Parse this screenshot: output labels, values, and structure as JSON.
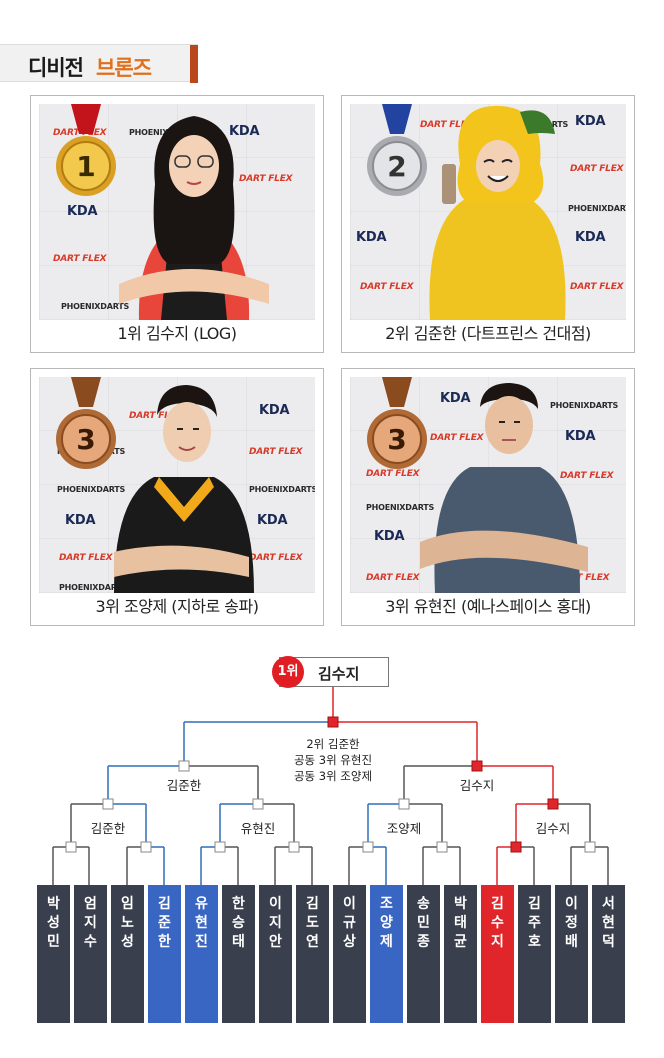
{
  "header": {
    "prefix": "디비전",
    "highlight": "브론즈"
  },
  "cards": [
    {
      "rank_badge": "1",
      "caption": "1위 김수지 (LOG)",
      "medal": "gold"
    },
    {
      "rank_badge": "2",
      "caption": "2위 김준한 (다트프린스 건대점)",
      "medal": "silver"
    },
    {
      "rank_badge": "3",
      "caption": "3위 조양제 (지하로 송파)",
      "medal": "bronze"
    },
    {
      "rank_badge": "3",
      "caption": "3위 유현진 (예나스페이스 홍대)",
      "medal": "bronze"
    }
  ],
  "wall_logos": {
    "kda": "KDA",
    "dartflex": "DART FLEX",
    "phoenix": "PHOENIXDARTS"
  },
  "bracket": {
    "winner_rank": "1위",
    "winner_name": "김수지",
    "final_info": [
      "2위 김준한",
      "공동 3위 유현진",
      "공동 3위 조양제"
    ],
    "semi_left": "김준한",
    "semi_right": "김수지",
    "qf": [
      "김준한",
      "유현진",
      "조양제",
      "김수지"
    ],
    "players": [
      {
        "name": "박성민",
        "chars": [
          "박",
          "성",
          "민"
        ],
        "status": "normal"
      },
      {
        "name": "엄지수",
        "chars": [
          "엄",
          "지",
          "수"
        ],
        "status": "normal"
      },
      {
        "name": "임노성",
        "chars": [
          "임",
          "노",
          "성"
        ],
        "status": "normal"
      },
      {
        "name": "김준한",
        "chars": [
          "김",
          "준",
          "한"
        ],
        "status": "blue"
      },
      {
        "name": "유현진",
        "chars": [
          "유",
          "현",
          "진"
        ],
        "status": "blue"
      },
      {
        "name": "한승태",
        "chars": [
          "한",
          "승",
          "태"
        ],
        "status": "normal"
      },
      {
        "name": "이지안",
        "chars": [
          "이",
          "지",
          "안"
        ],
        "status": "normal"
      },
      {
        "name": "김도연",
        "chars": [
          "김",
          "도",
          "연"
        ],
        "status": "normal"
      },
      {
        "name": "이규상",
        "chars": [
          "이",
          "규",
          "상"
        ],
        "status": "normal"
      },
      {
        "name": "조양제",
        "chars": [
          "조",
          "양",
          "제"
        ],
        "status": "blue"
      },
      {
        "name": "송민종",
        "chars": [
          "송",
          "민",
          "종"
        ],
        "status": "normal"
      },
      {
        "name": "박태균",
        "chars": [
          "박",
          "태",
          "균"
        ],
        "status": "normal"
      },
      {
        "name": "김수지",
        "chars": [
          "김",
          "수",
          "지"
        ],
        "status": "red"
      },
      {
        "name": "김주호",
        "chars": [
          "김",
          "주",
          "호"
        ],
        "status": "normal"
      },
      {
        "name": "이정배",
        "chars": [
          "이",
          "정",
          "배"
        ],
        "status": "normal"
      },
      {
        "name": "서현덕",
        "chars": [
          "서",
          "현",
          "덕"
        ],
        "status": "normal"
      }
    ]
  },
  "colors": {
    "accent_orange": "#e0701c",
    "bracket_blue": "#2e6fb7",
    "bracket_red": "#e0262b",
    "player_dark": "#3a3f4d"
  }
}
